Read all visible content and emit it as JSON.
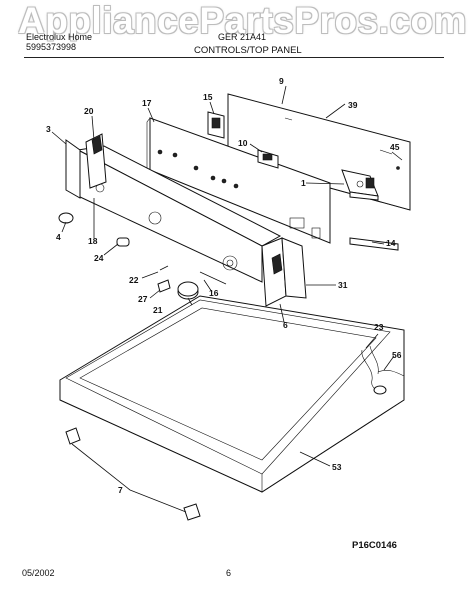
{
  "header": {
    "brand_line": "Electrolux Home",
    "model_line": "GER 21A41",
    "publication_number": "5995373998",
    "section_title": "CONTROLS/TOP PANEL",
    "watermark": "AppliancePartsPros.com"
  },
  "footer": {
    "date": "05/2002",
    "page_number": "6",
    "figure_code": "P16C0146"
  },
  "callouts": [
    "1",
    "3",
    "4",
    "6",
    "7",
    "9",
    "10",
    "14",
    "15",
    "16",
    "17",
    "18",
    "20",
    "21",
    "22",
    "23",
    "24",
    "27",
    "31",
    "39",
    "45",
    "53",
    "56"
  ]
}
